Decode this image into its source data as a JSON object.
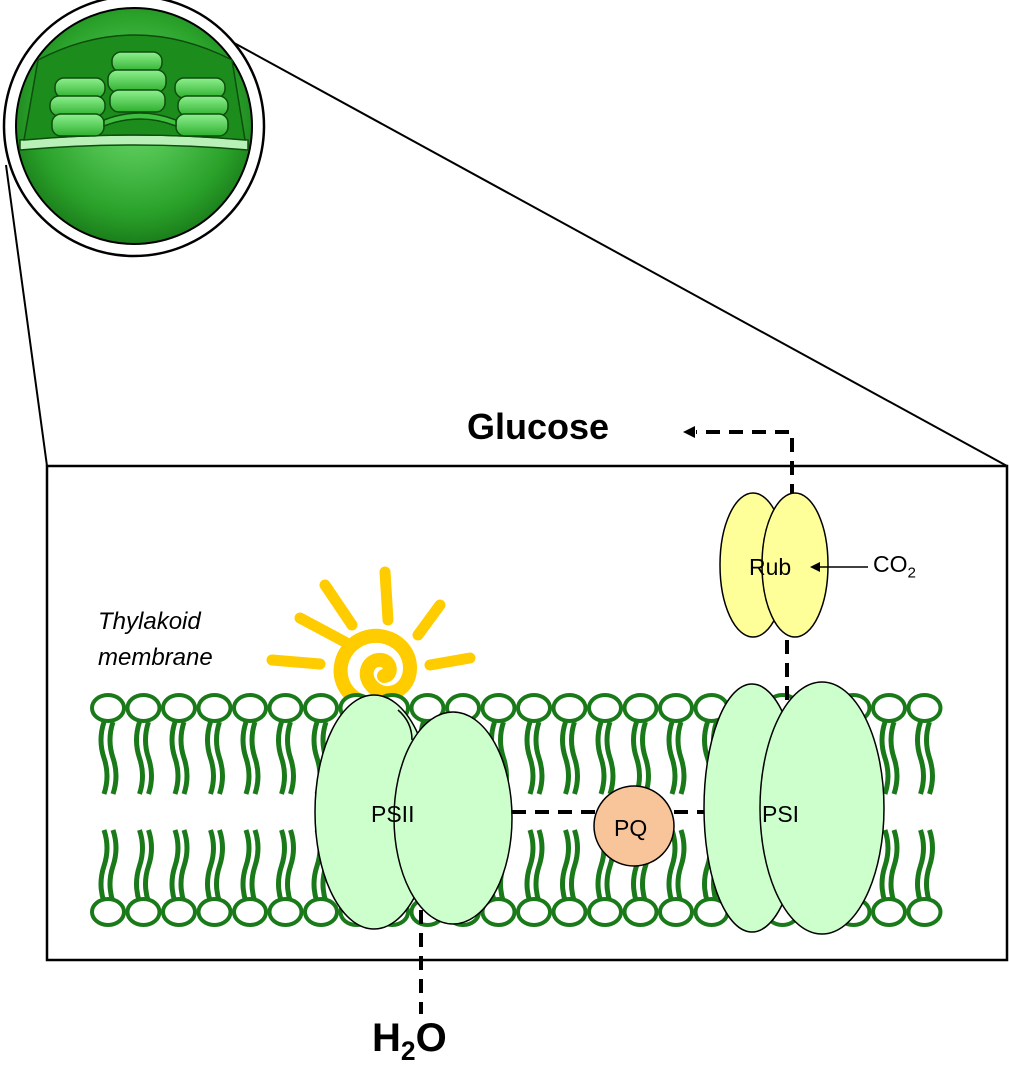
{
  "labels": {
    "thylakoid_line1": "Thylakoid",
    "thylakoid_line2": "membrane",
    "glucose": "Glucose",
    "water_main": "H",
    "water_sub": "2",
    "water_end": "O",
    "rub": "Rub",
    "co2_main": "CO",
    "co2_sub": "2",
    "psii": "PSII",
    "psi": "PSI",
    "pq": "PQ"
  },
  "colors": {
    "chloroplast_dark": "#1f8a1f",
    "chloroplast_light": "#5fd35f",
    "lipid_green": "#1a7a1a",
    "photosystem_fill": "#ccffcc",
    "rubisco_fill": "#ffff99",
    "pq_fill": "#f8c49a",
    "sun_yellow": "#ffcc00"
  },
  "icons": [
    "chloroplast-icon",
    "sun-icon"
  ]
}
